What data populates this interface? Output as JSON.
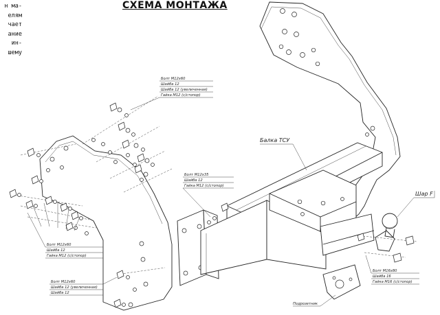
{
  "title": "СХЕМА МОНТАЖА",
  "side_text": [
    "н ма-",
    "елям",
    "чает",
    "ание",
    "ин-",
    "шему"
  ],
  "callouts": {
    "beam": "Балка ТСУ",
    "ball": "Шар F",
    "bracket": "Подрозетник",
    "set_top_left": [
      "Болт М12х60",
      "Шайба 12",
      "Шайба 12 (увеличенная)",
      "Гайка М12 (с/стопор)"
    ],
    "set_center": [
      "Болт М12х35",
      "Шайба 12",
      "Гайка М12 (с/стопор)"
    ],
    "set_left_mid": [
      "Болт М12х60",
      "Шайба 12",
      "Гайка М12 (с/стопор)"
    ],
    "set_left_bottom": [
      "Болт М12х60",
      "Шайба 12 (увеличенная)",
      "Шайба 12"
    ],
    "set_ball": [
      "Болт М16х80",
      "Шайба 16",
      "Гайка М16 (с/стопор)"
    ]
  }
}
